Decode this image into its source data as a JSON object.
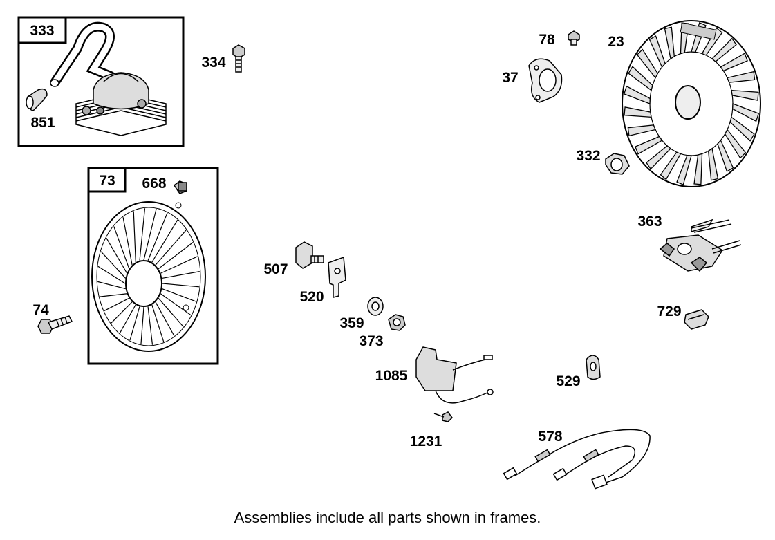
{
  "frames": [
    {
      "label": "333"
    },
    {
      "label": "73"
    }
  ],
  "parts": {
    "p333_sub": "851",
    "p334": "334",
    "p73_sub": "668",
    "p74": "74",
    "p78": "78",
    "p23": "23",
    "p37": "37",
    "p332": "332",
    "p363": "363",
    "p507": "507",
    "p520": "520",
    "p359": "359",
    "p373": "373",
    "p729": "729",
    "p1085": "1085",
    "p529": "529",
    "p1231": "1231",
    "p578": "578"
  },
  "caption": "Assemblies include all parts shown in frames."
}
